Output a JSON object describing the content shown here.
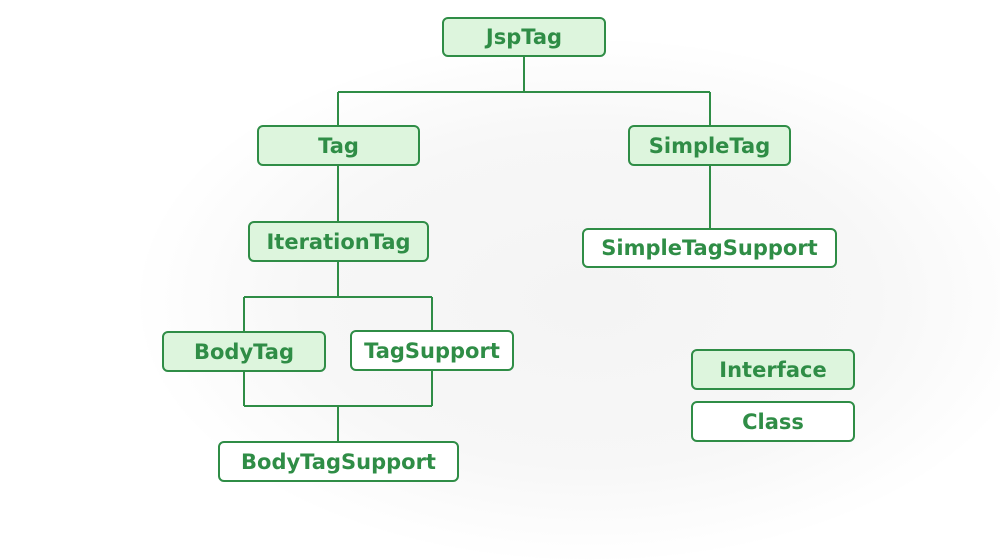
{
  "diagram": {
    "title": "",
    "colors": {
      "stroke": "#2f8d46",
      "interface_fill": "#ddf5dd",
      "class_fill": "#ffffff",
      "text": "#2f8d46"
    },
    "nodes": {
      "jsptag": {
        "label": "JspTag",
        "kind": "interface"
      },
      "tag": {
        "label": "Tag",
        "kind": "interface"
      },
      "simpletag": {
        "label": "SimpleTag",
        "kind": "interface"
      },
      "iterationtag": {
        "label": "IterationTag",
        "kind": "interface"
      },
      "simpletagsupport": {
        "label": "SimpleTagSupport",
        "kind": "class"
      },
      "bodytag": {
        "label": "BodyTag",
        "kind": "interface"
      },
      "tagsupport": {
        "label": "TagSupport",
        "kind": "class"
      },
      "bodytagsupport": {
        "label": "BodyTagSupport",
        "kind": "class"
      }
    },
    "edges": [
      {
        "parent": "JspTag",
        "children": [
          "Tag",
          "SimpleTag"
        ]
      },
      {
        "parent": "Tag",
        "children": [
          "IterationTag"
        ]
      },
      {
        "parent": "SimpleTag",
        "children": [
          "SimpleTagSupport"
        ]
      },
      {
        "parent": "IterationTag",
        "children": [
          "BodyTag",
          "TagSupport"
        ]
      },
      {
        "parent": "BodyTag",
        "children": [
          "BodyTagSupport"
        ]
      },
      {
        "parent": "TagSupport",
        "children": [
          "BodyTagSupport"
        ]
      }
    ],
    "legend": {
      "interface_label": "Interface",
      "class_label": "Class"
    }
  }
}
